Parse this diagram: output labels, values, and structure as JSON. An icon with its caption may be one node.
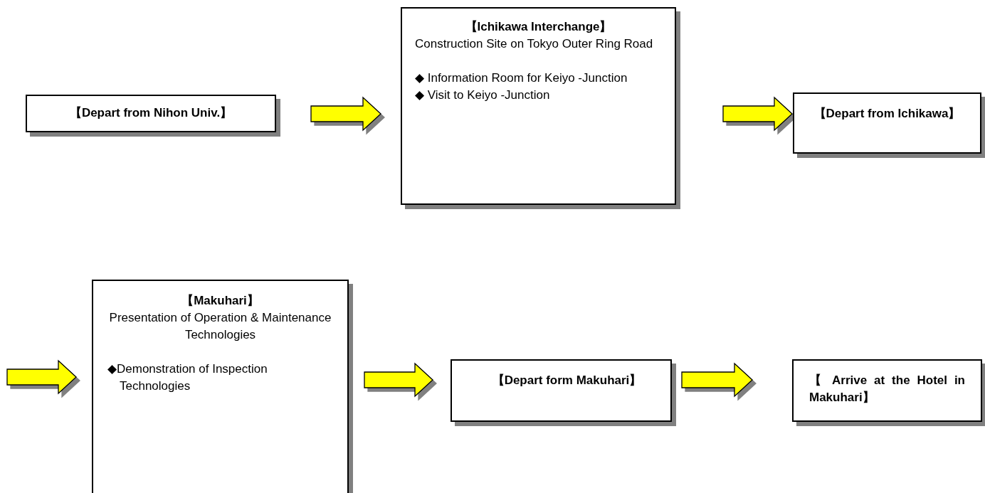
{
  "diagram": {
    "nodes": [
      {
        "text": [
          "【Depart from Nihon Univ.】"
        ]
      },
      {
        "text": [
          "【Ichikawa Interchange】",
          "Construction Site on Tokyo Outer Ring Road",
          "◆ Information Room for Keiyo -Junction",
          "◆  Visit to Keiyo -Junction"
        ]
      },
      {
        "text": [
          "【Depart from Ichikawa】"
        ]
      },
      {
        "text": [
          "【Makuhari】",
          "Presentation of Operation & Maintenance Technologies",
          "◆Demonstration of Inspection Technologies"
        ]
      },
      {
        "text": [
          "【Depart form Makuhari】"
        ]
      },
      {
        "text": [
          "【 Arrive at the Hotel in Makuhari】"
        ]
      }
    ],
    "edges": [
      {
        "from": 0,
        "to": 1,
        "arrow": "to"
      },
      {
        "from": 1,
        "to": 2,
        "arrow": "to"
      },
      {
        "from": null,
        "to": 3,
        "arrow": "to"
      },
      {
        "from": 3,
        "to": 4,
        "arrow": "to"
      },
      {
        "from": 4,
        "to": 5,
        "arrow": "to"
      }
    ]
  }
}
